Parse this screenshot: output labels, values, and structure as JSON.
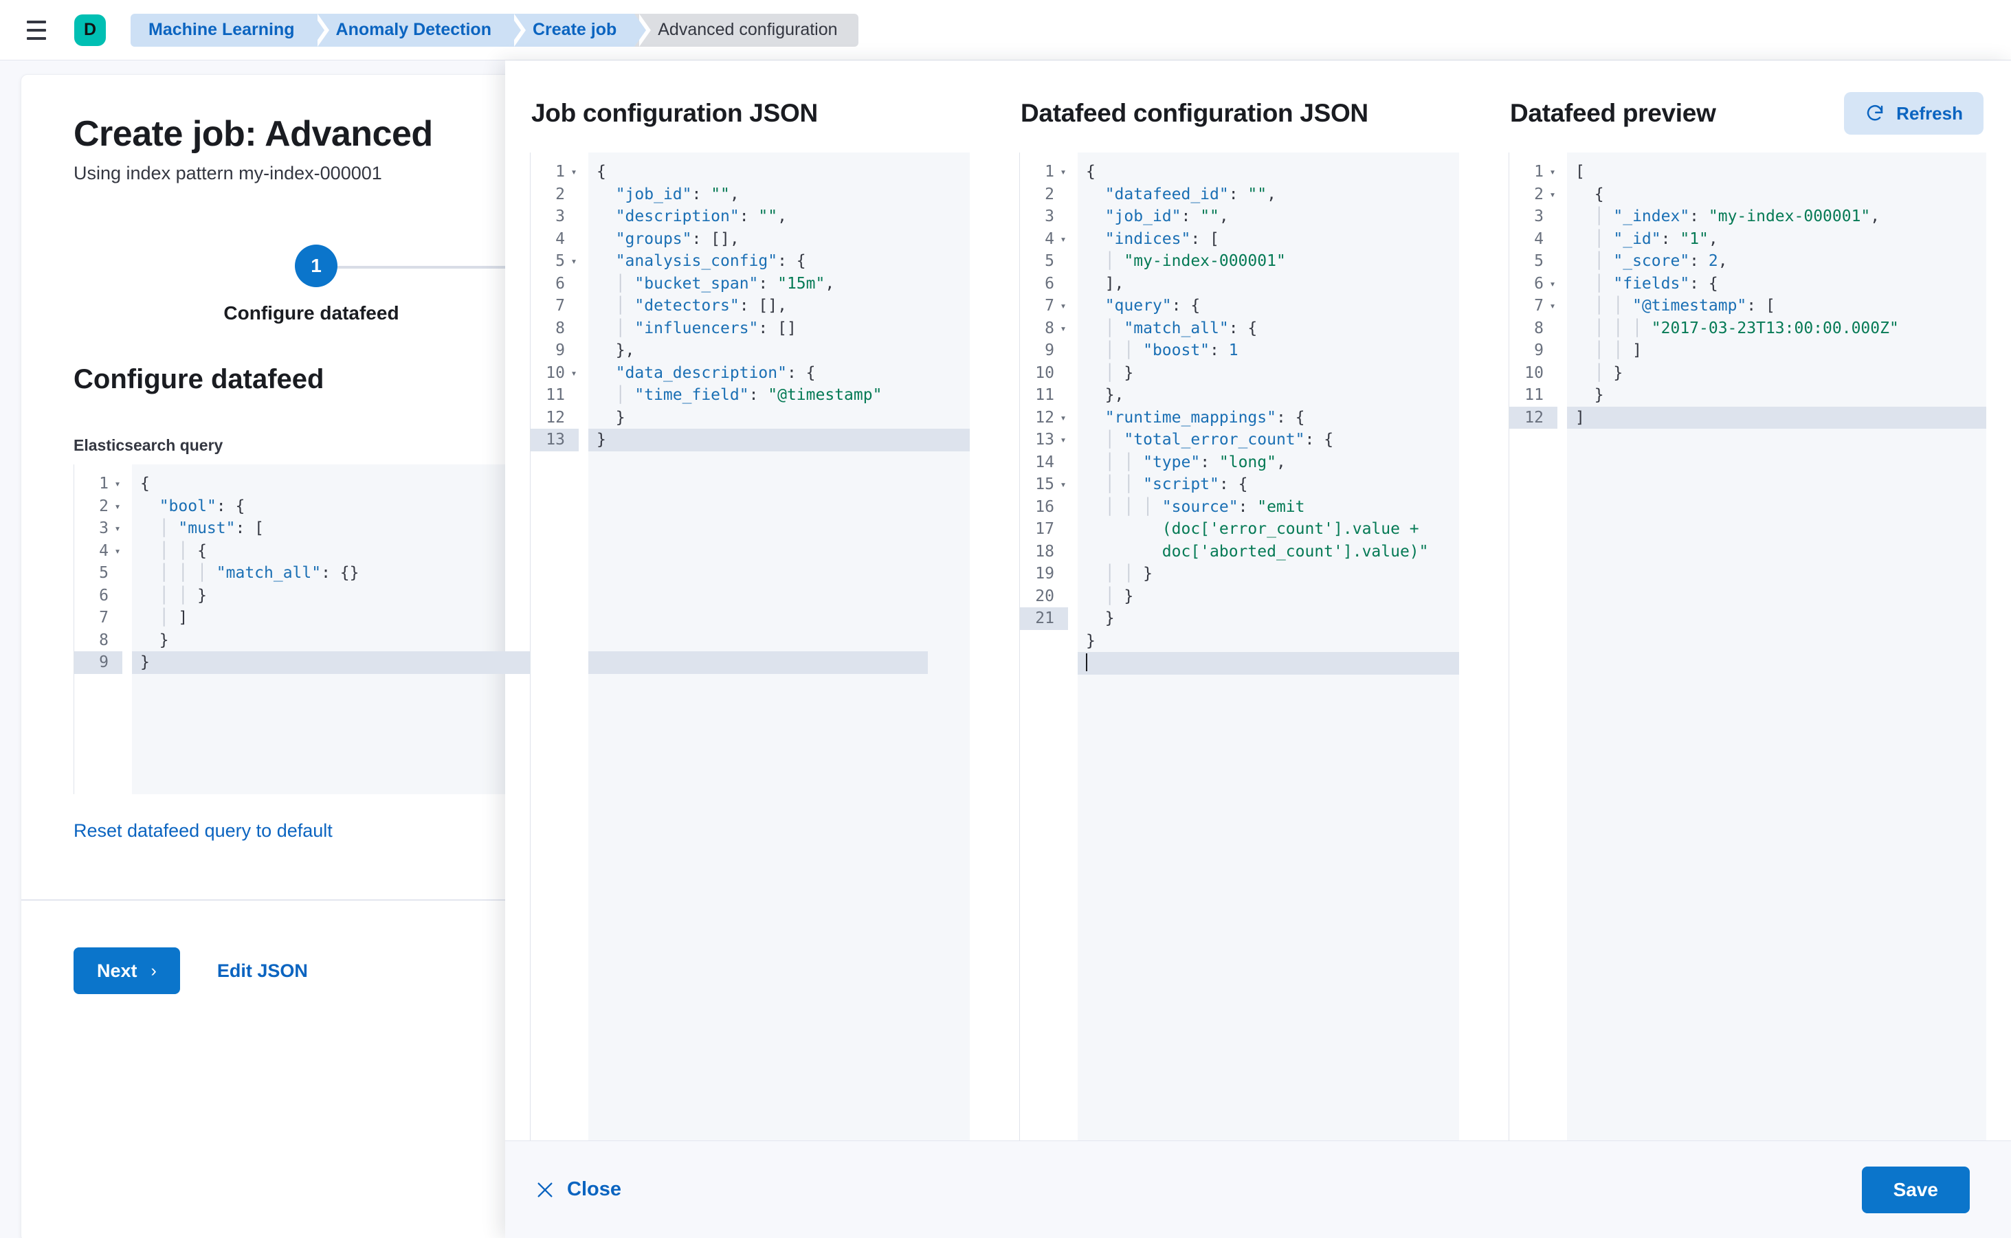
{
  "header": {
    "menu_icon": "hamburger-icon",
    "avatar_letter": "D",
    "breadcrumbs": [
      {
        "label": "Machine Learning",
        "current": false
      },
      {
        "label": "Anomaly Detection",
        "current": false
      },
      {
        "label": "Create job",
        "current": false
      },
      {
        "label": "Advanced configuration",
        "current": true
      }
    ]
  },
  "page": {
    "title": "Create job: Advanced",
    "subtitle": "Using index pattern my-index-000001",
    "step_number": "1",
    "step_label": "Configure datafeed",
    "section_title": "Configure datafeed",
    "query_label": "Elasticsearch query",
    "reset_link": "Reset datafeed query to default",
    "next_label": "Next",
    "next_chevron": "›",
    "edit_json_label": "Edit JSON"
  },
  "es_query_editor": {
    "name": "elasticsearch-query-editor",
    "active_line": 9,
    "lines": [
      {
        "n": 1,
        "fold": true,
        "tokens": [
          {
            "t": "p",
            "v": "{"
          }
        ]
      },
      {
        "n": 2,
        "fold": true,
        "tokens": [
          {
            "t": "p",
            "v": "  "
          },
          {
            "t": "k",
            "v": "\"bool\""
          },
          {
            "t": "p",
            "v": ": {"
          }
        ]
      },
      {
        "n": 3,
        "fold": true,
        "tokens": [
          {
            "t": "ind",
            "v": "  │ "
          },
          {
            "t": "k",
            "v": "\"must\""
          },
          {
            "t": "p",
            "v": ": ["
          }
        ]
      },
      {
        "n": 4,
        "fold": true,
        "tokens": [
          {
            "t": "ind",
            "v": "  │ │ "
          },
          {
            "t": "p",
            "v": "{"
          }
        ]
      },
      {
        "n": 5,
        "fold": false,
        "tokens": [
          {
            "t": "ind",
            "v": "  │ │ │ "
          },
          {
            "t": "k",
            "v": "\"match_all\""
          },
          {
            "t": "p",
            "v": ": {}"
          }
        ]
      },
      {
        "n": 6,
        "fold": false,
        "tokens": [
          {
            "t": "ind",
            "v": "  │ │ "
          },
          {
            "t": "p",
            "v": "}"
          }
        ]
      },
      {
        "n": 7,
        "fold": false,
        "tokens": [
          {
            "t": "ind",
            "v": "  │ "
          },
          {
            "t": "p",
            "v": "]"
          }
        ]
      },
      {
        "n": 8,
        "fold": false,
        "tokens": [
          {
            "t": "p",
            "v": "  }"
          }
        ]
      },
      {
        "n": 9,
        "fold": false,
        "tokens": [
          {
            "t": "p",
            "v": "}"
          }
        ]
      }
    ]
  },
  "flyout": {
    "columns": [
      {
        "key": "job",
        "title": "Job configuration JSON",
        "has_refresh": false
      },
      {
        "key": "datafeed",
        "title": "Datafeed configuration JSON",
        "has_refresh": false
      },
      {
        "key": "preview",
        "title": "Datafeed preview",
        "has_refresh": true,
        "refresh_label": "Refresh",
        "refresh_icon": "refresh-icon"
      }
    ],
    "footer": {
      "close_label": "Close",
      "close_icon": "close-icon",
      "save_label": "Save"
    }
  },
  "job_config_editor": {
    "name": "job-configuration-json-editor",
    "active_line": 13,
    "lines": [
      {
        "n": 1,
        "fold": true,
        "tokens": [
          {
            "t": "p",
            "v": "{"
          }
        ]
      },
      {
        "n": 2,
        "fold": false,
        "tokens": [
          {
            "t": "p",
            "v": "  "
          },
          {
            "t": "k",
            "v": "\"job_id\""
          },
          {
            "t": "p",
            "v": ": "
          },
          {
            "t": "s",
            "v": "\"\""
          },
          {
            "t": "p",
            "v": ","
          }
        ]
      },
      {
        "n": 3,
        "fold": false,
        "tokens": [
          {
            "t": "p",
            "v": "  "
          },
          {
            "t": "k",
            "v": "\"description\""
          },
          {
            "t": "p",
            "v": ": "
          },
          {
            "t": "s",
            "v": "\"\""
          },
          {
            "t": "p",
            "v": ","
          }
        ]
      },
      {
        "n": 4,
        "fold": false,
        "tokens": [
          {
            "t": "p",
            "v": "  "
          },
          {
            "t": "k",
            "v": "\"groups\""
          },
          {
            "t": "p",
            "v": ": [],"
          }
        ]
      },
      {
        "n": 5,
        "fold": true,
        "tokens": [
          {
            "t": "p",
            "v": "  "
          },
          {
            "t": "k",
            "v": "\"analysis_config\""
          },
          {
            "t": "p",
            "v": ": {"
          }
        ]
      },
      {
        "n": 6,
        "fold": false,
        "tokens": [
          {
            "t": "ind",
            "v": "  │ "
          },
          {
            "t": "k",
            "v": "\"bucket_span\""
          },
          {
            "t": "p",
            "v": ": "
          },
          {
            "t": "s",
            "v": "\"15m\""
          },
          {
            "t": "p",
            "v": ","
          }
        ]
      },
      {
        "n": 7,
        "fold": false,
        "tokens": [
          {
            "t": "ind",
            "v": "  │ "
          },
          {
            "t": "k",
            "v": "\"detectors\""
          },
          {
            "t": "p",
            "v": ": [],"
          }
        ]
      },
      {
        "n": 8,
        "fold": false,
        "tokens": [
          {
            "t": "ind",
            "v": "  │ "
          },
          {
            "t": "k",
            "v": "\"influencers\""
          },
          {
            "t": "p",
            "v": ": []"
          }
        ]
      },
      {
        "n": 9,
        "fold": false,
        "tokens": [
          {
            "t": "p",
            "v": "  },"
          }
        ]
      },
      {
        "n": 10,
        "fold": true,
        "tokens": [
          {
            "t": "p",
            "v": "  "
          },
          {
            "t": "k",
            "v": "\"data_description\""
          },
          {
            "t": "p",
            "v": ": {"
          }
        ]
      },
      {
        "n": 11,
        "fold": false,
        "tokens": [
          {
            "t": "ind",
            "v": "  │ "
          },
          {
            "t": "k",
            "v": "\"time_field\""
          },
          {
            "t": "p",
            "v": ": "
          },
          {
            "t": "s",
            "v": "\"@timestamp\""
          }
        ]
      },
      {
        "n": 12,
        "fold": false,
        "tokens": [
          {
            "t": "p",
            "v": "  }"
          }
        ]
      },
      {
        "n": 13,
        "fold": false,
        "tokens": [
          {
            "t": "p",
            "v": "}"
          }
        ]
      }
    ]
  },
  "datafeed_config_editor": {
    "name": "datafeed-configuration-json-editor",
    "active_line": 21,
    "lines": [
      {
        "n": 1,
        "fold": true,
        "tokens": [
          {
            "t": "p",
            "v": "{"
          }
        ]
      },
      {
        "n": 2,
        "fold": false,
        "tokens": [
          {
            "t": "p",
            "v": "  "
          },
          {
            "t": "k",
            "v": "\"datafeed_id\""
          },
          {
            "t": "p",
            "v": ": "
          },
          {
            "t": "s",
            "v": "\"\""
          },
          {
            "t": "p",
            "v": ","
          }
        ]
      },
      {
        "n": 3,
        "fold": false,
        "tokens": [
          {
            "t": "p",
            "v": "  "
          },
          {
            "t": "k",
            "v": "\"job_id\""
          },
          {
            "t": "p",
            "v": ": "
          },
          {
            "t": "s",
            "v": "\"\""
          },
          {
            "t": "p",
            "v": ","
          }
        ]
      },
      {
        "n": 4,
        "fold": true,
        "tokens": [
          {
            "t": "p",
            "v": "  "
          },
          {
            "t": "k",
            "v": "\"indices\""
          },
          {
            "t": "p",
            "v": ": ["
          }
        ]
      },
      {
        "n": 5,
        "fold": false,
        "tokens": [
          {
            "t": "ind",
            "v": "  │ "
          },
          {
            "t": "s",
            "v": "\"my-index-000001\""
          }
        ]
      },
      {
        "n": 6,
        "fold": false,
        "tokens": [
          {
            "t": "p",
            "v": "  ],"
          }
        ]
      },
      {
        "n": 7,
        "fold": true,
        "tokens": [
          {
            "t": "p",
            "v": "  "
          },
          {
            "t": "k",
            "v": "\"query\""
          },
          {
            "t": "p",
            "v": ": {"
          }
        ]
      },
      {
        "n": 8,
        "fold": true,
        "tokens": [
          {
            "t": "ind",
            "v": "  │ "
          },
          {
            "t": "k",
            "v": "\"match_all\""
          },
          {
            "t": "p",
            "v": ": {"
          }
        ]
      },
      {
        "n": 9,
        "fold": false,
        "tokens": [
          {
            "t": "ind",
            "v": "  │ │ "
          },
          {
            "t": "k",
            "v": "\"boost\""
          },
          {
            "t": "p",
            "v": ": "
          },
          {
            "t": "n",
            "v": "1"
          }
        ]
      },
      {
        "n": 10,
        "fold": false,
        "tokens": [
          {
            "t": "ind",
            "v": "  │ "
          },
          {
            "t": "p",
            "v": "}"
          }
        ]
      },
      {
        "n": 11,
        "fold": false,
        "tokens": [
          {
            "t": "p",
            "v": "  },"
          }
        ]
      },
      {
        "n": 12,
        "fold": true,
        "tokens": [
          {
            "t": "p",
            "v": "  "
          },
          {
            "t": "k",
            "v": "\"runtime_mappings\""
          },
          {
            "t": "p",
            "v": ": {"
          }
        ]
      },
      {
        "n": 13,
        "fold": true,
        "tokens": [
          {
            "t": "ind",
            "v": "  │ "
          },
          {
            "t": "k",
            "v": "\"total_error_count\""
          },
          {
            "t": "p",
            "v": ": {"
          }
        ]
      },
      {
        "n": 14,
        "fold": false,
        "tokens": [
          {
            "t": "ind",
            "v": "  │ │ "
          },
          {
            "t": "k",
            "v": "\"type\""
          },
          {
            "t": "p",
            "v": ": "
          },
          {
            "t": "s",
            "v": "\"long\""
          },
          {
            "t": "p",
            "v": ","
          }
        ]
      },
      {
        "n": 15,
        "fold": true,
        "tokens": [
          {
            "t": "ind",
            "v": "  │ │ "
          },
          {
            "t": "k",
            "v": "\"script\""
          },
          {
            "t": "p",
            "v": ": {"
          }
        ]
      },
      {
        "n": 16,
        "fold": false,
        "wrap": true,
        "tokens": [
          {
            "t": "ind",
            "v": "  │ │ │ "
          },
          {
            "t": "k",
            "v": "\"source\""
          },
          {
            "t": "p",
            "v": ": "
          },
          {
            "t": "s",
            "v": "\"emit\n        (doc['error_count'].value +\n        doc['aborted_count'].value)\""
          }
        ]
      },
      {
        "n": 17,
        "fold": false,
        "tokens": [
          {
            "t": "ind",
            "v": "  │ │ "
          },
          {
            "t": "p",
            "v": "}"
          }
        ]
      },
      {
        "n": 18,
        "fold": false,
        "tokens": [
          {
            "t": "ind",
            "v": "  │ "
          },
          {
            "t": "p",
            "v": "}"
          }
        ]
      },
      {
        "n": 19,
        "fold": false,
        "tokens": [
          {
            "t": "p",
            "v": "  }"
          }
        ]
      },
      {
        "n": 20,
        "fold": false,
        "tokens": [
          {
            "t": "p",
            "v": "}"
          }
        ]
      },
      {
        "n": 21,
        "fold": false,
        "caret": true,
        "tokens": []
      }
    ]
  },
  "datafeed_preview_editor": {
    "name": "datafeed-preview-editor",
    "active_line": 12,
    "lines": [
      {
        "n": 1,
        "fold": true,
        "tokens": [
          {
            "t": "p",
            "v": "["
          }
        ]
      },
      {
        "n": 2,
        "fold": true,
        "tokens": [
          {
            "t": "p",
            "v": "  {"
          }
        ]
      },
      {
        "n": 3,
        "fold": false,
        "tokens": [
          {
            "t": "ind",
            "v": "  │ "
          },
          {
            "t": "k",
            "v": "\"_index\""
          },
          {
            "t": "p",
            "v": ": "
          },
          {
            "t": "s",
            "v": "\"my-index-000001\""
          },
          {
            "t": "p",
            "v": ","
          }
        ]
      },
      {
        "n": 4,
        "fold": false,
        "tokens": [
          {
            "t": "ind",
            "v": "  │ "
          },
          {
            "t": "k",
            "v": "\"_id\""
          },
          {
            "t": "p",
            "v": ": "
          },
          {
            "t": "s",
            "v": "\"1\""
          },
          {
            "t": "p",
            "v": ","
          }
        ]
      },
      {
        "n": 5,
        "fold": false,
        "tokens": [
          {
            "t": "ind",
            "v": "  │ "
          },
          {
            "t": "k",
            "v": "\"_score\""
          },
          {
            "t": "p",
            "v": ": "
          },
          {
            "t": "n",
            "v": "2"
          },
          {
            "t": "p",
            "v": ","
          }
        ]
      },
      {
        "n": 6,
        "fold": true,
        "tokens": [
          {
            "t": "ind",
            "v": "  │ "
          },
          {
            "t": "k",
            "v": "\"fields\""
          },
          {
            "t": "p",
            "v": ": {"
          }
        ]
      },
      {
        "n": 7,
        "fold": true,
        "tokens": [
          {
            "t": "ind",
            "v": "  │ │ "
          },
          {
            "t": "k",
            "v": "\"@timestamp\""
          },
          {
            "t": "p",
            "v": ": ["
          }
        ]
      },
      {
        "n": 8,
        "fold": false,
        "tokens": [
          {
            "t": "ind",
            "v": "  │ │ │ "
          },
          {
            "t": "s",
            "v": "\"2017-03-23T13:00:00.000Z\""
          }
        ]
      },
      {
        "n": 9,
        "fold": false,
        "tokens": [
          {
            "t": "ind",
            "v": "  │ │ "
          },
          {
            "t": "p",
            "v": "]"
          }
        ]
      },
      {
        "n": 10,
        "fold": false,
        "tokens": [
          {
            "t": "ind",
            "v": "  │ "
          },
          {
            "t": "p",
            "v": "}"
          }
        ]
      },
      {
        "n": 11,
        "fold": false,
        "tokens": [
          {
            "t": "p",
            "v": "  }"
          }
        ]
      },
      {
        "n": 12,
        "fold": false,
        "tokens": [
          {
            "t": "p",
            "v": "]"
          }
        ]
      }
    ]
  },
  "colors": {
    "primary": "#0b75cb",
    "link": "#0b64c0",
    "breadcrumb_bg": "#cde0f5",
    "breadcrumb_current_bg": "#dcdee2",
    "avatar_bg": "#00bfb3",
    "editor_bg": "#f5f7fa",
    "active_line_bg": "#dde3ed",
    "string_token": "#057a55",
    "key_token": "#1a6fb4"
  }
}
